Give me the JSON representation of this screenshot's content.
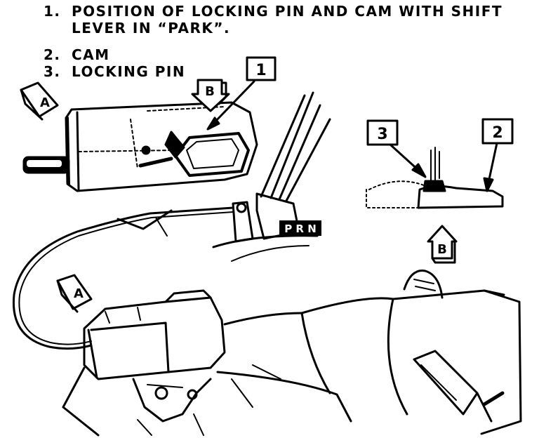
{
  "legend": {
    "item1_num": "1.",
    "item1_line1": "POSITION OF LOCKING PIN AND CAM WITH SHIFT",
    "item1_line2": "LEVER IN “PARK”.",
    "item2_num": "2.",
    "item2_label": "CAM",
    "item3_num": "3.",
    "item3_label": "LOCKING PIN"
  },
  "callouts": {
    "box1": "1",
    "box2": "2",
    "box3": "3",
    "view_a_top": "A",
    "view_a_bottom": "A",
    "view_b_top": "B",
    "view_b_right": "B"
  },
  "shift_indicator": "P R N"
}
